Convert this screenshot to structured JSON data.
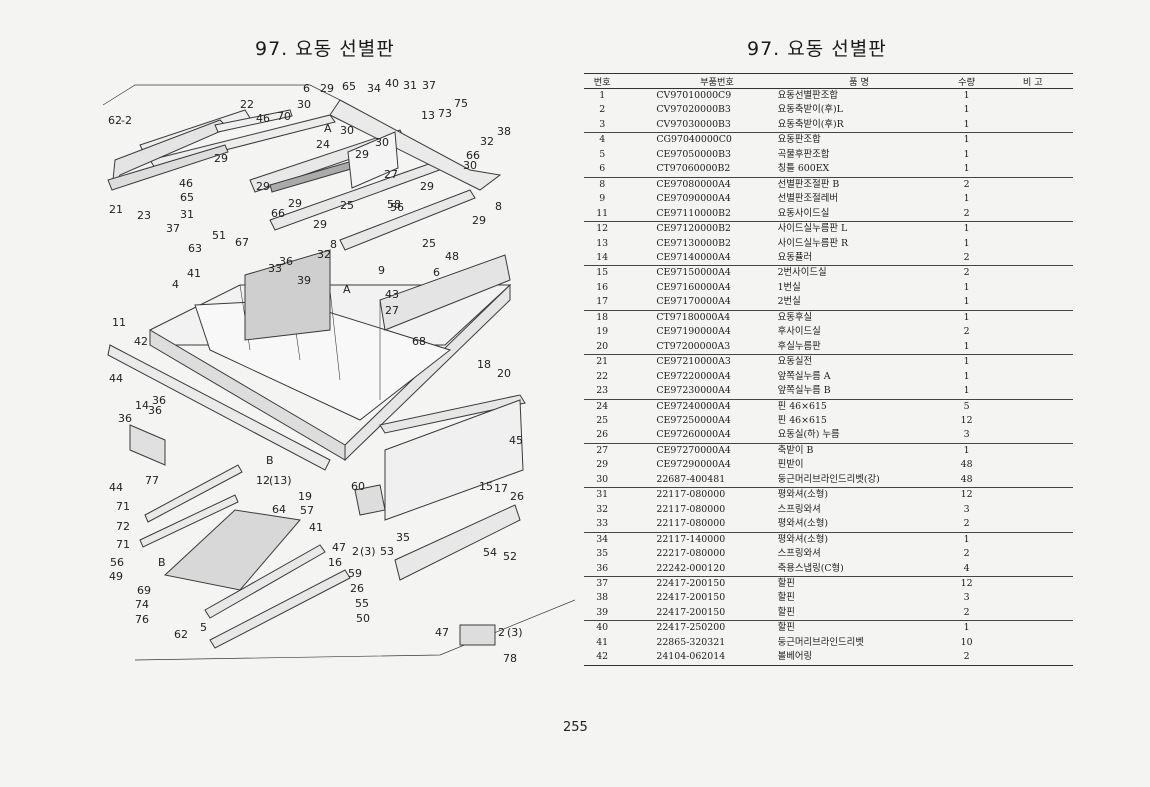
{
  "left_page": {
    "title": "97. 요동 선별판",
    "callouts": [
      "6",
      "29",
      "65",
      "34",
      "40",
      "31",
      "37",
      "22",
      "30",
      "75",
      "62",
      "-2",
      "46",
      "70",
      "13",
      "73",
      "A",
      "30",
      "32",
      "38",
      "24",
      "29",
      "30",
      "66",
      "30",
      "29",
      "27",
      "46",
      "65",
      "21",
      "23",
      "31",
      "37",
      "51",
      "67",
      "63",
      "41",
      "4",
      "11",
      "42",
      "44",
      "36",
      "14",
      "36",
      "36",
      "44",
      "77",
      "71",
      "72",
      "71",
      "56",
      "49",
      "69",
      "74",
      "76",
      "62",
      "5",
      "B",
      "B",
      "12",
      "(13)",
      "19",
      "57",
      "41",
      "47",
      "2",
      "(3)",
      "60",
      "64",
      "53",
      "35",
      "16",
      "59",
      "26",
      "55",
      "50",
      "47",
      "2",
      "(3)",
      "78",
      "29",
      "66",
      "29",
      "36",
      "29",
      "A",
      "25",
      "33",
      "32",
      "8",
      "9",
      "39",
      "43",
      "27",
      "68",
      "48",
      "6",
      "25",
      "56",
      "58",
      "29",
      "29",
      "8",
      "18",
      "20",
      "45",
      "15",
      "17",
      "26",
      "54",
      "52"
    ]
  },
  "right_page": {
    "title": "97. 요동 선별판",
    "table": {
      "headers": {
        "no": "번호",
        "part_no": "부품번호",
        "name": "품          명",
        "qty": "수량",
        "remarks": "비    고"
      },
      "rows": [
        {
          "no": "1",
          "part_no": "CV97010000C9",
          "name": "요동선별판조합",
          "qty": "1"
        },
        {
          "no": "2",
          "part_no": "CV97020000B3",
          "name": "요동축받이(후)L",
          "qty": "1"
        },
        {
          "no": "3",
          "part_no": "CV97030000B3",
          "name": "요동축받이(후)R",
          "qty": "1"
        },
        {
          "no": "4",
          "part_no": "CG97040000C0",
          "name": "요동판조합",
          "qty": "1"
        },
        {
          "no": "5",
          "part_no": "CE97050000B3",
          "name": "곡물후판조합",
          "qty": "1"
        },
        {
          "no": "6",
          "part_no": "CT97060000B2",
          "name": "칭틀 600EX",
          "qty": "1"
        },
        {
          "no": "8",
          "part_no": "CE97080000A4",
          "name": "선별판조절판 B",
          "qty": "2"
        },
        {
          "no": "9",
          "part_no": "CE97090000A4",
          "name": "선별판조절레버",
          "qty": "1"
        },
        {
          "no": "11",
          "part_no": "CE97110000B2",
          "name": "요동사이드실",
          "qty": "2"
        },
        {
          "no": "12",
          "part_no": "CE97120000B2",
          "name": "사이드실누름판 L",
          "qty": "1"
        },
        {
          "no": "13",
          "part_no": "CE97130000B2",
          "name": "사이드실누름판 R",
          "qty": "1"
        },
        {
          "no": "14",
          "part_no": "CE97140000A4",
          "name": "요동퓰러",
          "qty": "2"
        },
        {
          "no": "15",
          "part_no": "CE97150000A4",
          "name": "2번사이드실",
          "qty": "2"
        },
        {
          "no": "16",
          "part_no": "CE97160000A4",
          "name": "1번실",
          "qty": "1"
        },
        {
          "no": "17",
          "part_no": "CE97170000A4",
          "name": "2번실",
          "qty": "1"
        },
        {
          "no": "18",
          "part_no": "CT97180000A4",
          "name": "요동후실",
          "qty": "1"
        },
        {
          "no": "19",
          "part_no": "CE97190000A4",
          "name": "후사이드실",
          "qty": "2"
        },
        {
          "no": "20",
          "part_no": "CT97200000A3",
          "name": "후실누름판",
          "qty": "1"
        },
        {
          "no": "21",
          "part_no": "CE97210000A3",
          "name": "요동실전",
          "qty": "1"
        },
        {
          "no": "22",
          "part_no": "CE97220000A4",
          "name": "앞쪽실누름 A",
          "qty": "1"
        },
        {
          "no": "23",
          "part_no": "CE97230000A4",
          "name": "앞쪽실누름 B",
          "qty": "1"
        },
        {
          "no": "24",
          "part_no": "CE97240000A4",
          "name": "핀 46×615",
          "qty": "5"
        },
        {
          "no": "25",
          "part_no": "CE97250000A4",
          "name": "핀 46×615",
          "qty": "12"
        },
        {
          "no": "26",
          "part_no": "CE97260000A4",
          "name": "요동실(하) 누름",
          "qty": "3"
        },
        {
          "no": "27",
          "part_no": "CE97270000A4",
          "name": "축받이 B",
          "qty": "1"
        },
        {
          "no": "29",
          "part_no": "CE97290000A4",
          "name": "핀받이",
          "qty": "48"
        },
        {
          "no": "30",
          "part_no": "22687-400481",
          "name": "둥근머리브라인드리벳(강)",
          "qty": "48"
        },
        {
          "no": "31",
          "part_no": "22117-080000",
          "name": "평와셔(소형)",
          "qty": "12"
        },
        {
          "no": "32",
          "part_no": "22117-080000",
          "name": "스프링와셔",
          "qty": "3"
        },
        {
          "no": "33",
          "part_no": "22117-080000",
          "name": "평와셔(소형)",
          "qty": "2"
        },
        {
          "no": "34",
          "part_no": "22117-140000",
          "name": "평와셔(소형)",
          "qty": "1"
        },
        {
          "no": "35",
          "part_no": "22217-080000",
          "name": "스프링와셔",
          "qty": "2"
        },
        {
          "no": "36",
          "part_no": "22242-000120",
          "name": "축용스냅링(C형)",
          "qty": "4"
        },
        {
          "no": "37",
          "part_no": "22417-200150",
          "name": "할핀",
          "qty": "12"
        },
        {
          "no": "38",
          "part_no": "22417-200150",
          "name": "할핀",
          "qty": "3"
        },
        {
          "no": "39",
          "part_no": "22417-200150",
          "name": "할핀",
          "qty": "2"
        },
        {
          "no": "40",
          "part_no": "22417-250200",
          "name": "할핀",
          "qty": "1"
        },
        {
          "no": "41",
          "part_no": "22865-320321",
          "name": "둥근머리브라인드리벳",
          "qty": "10"
        },
        {
          "no": "42",
          "part_no": "24104-062014",
          "name": "볼베어링",
          "qty": "2"
        }
      ]
    }
  },
  "page_number": "255"
}
